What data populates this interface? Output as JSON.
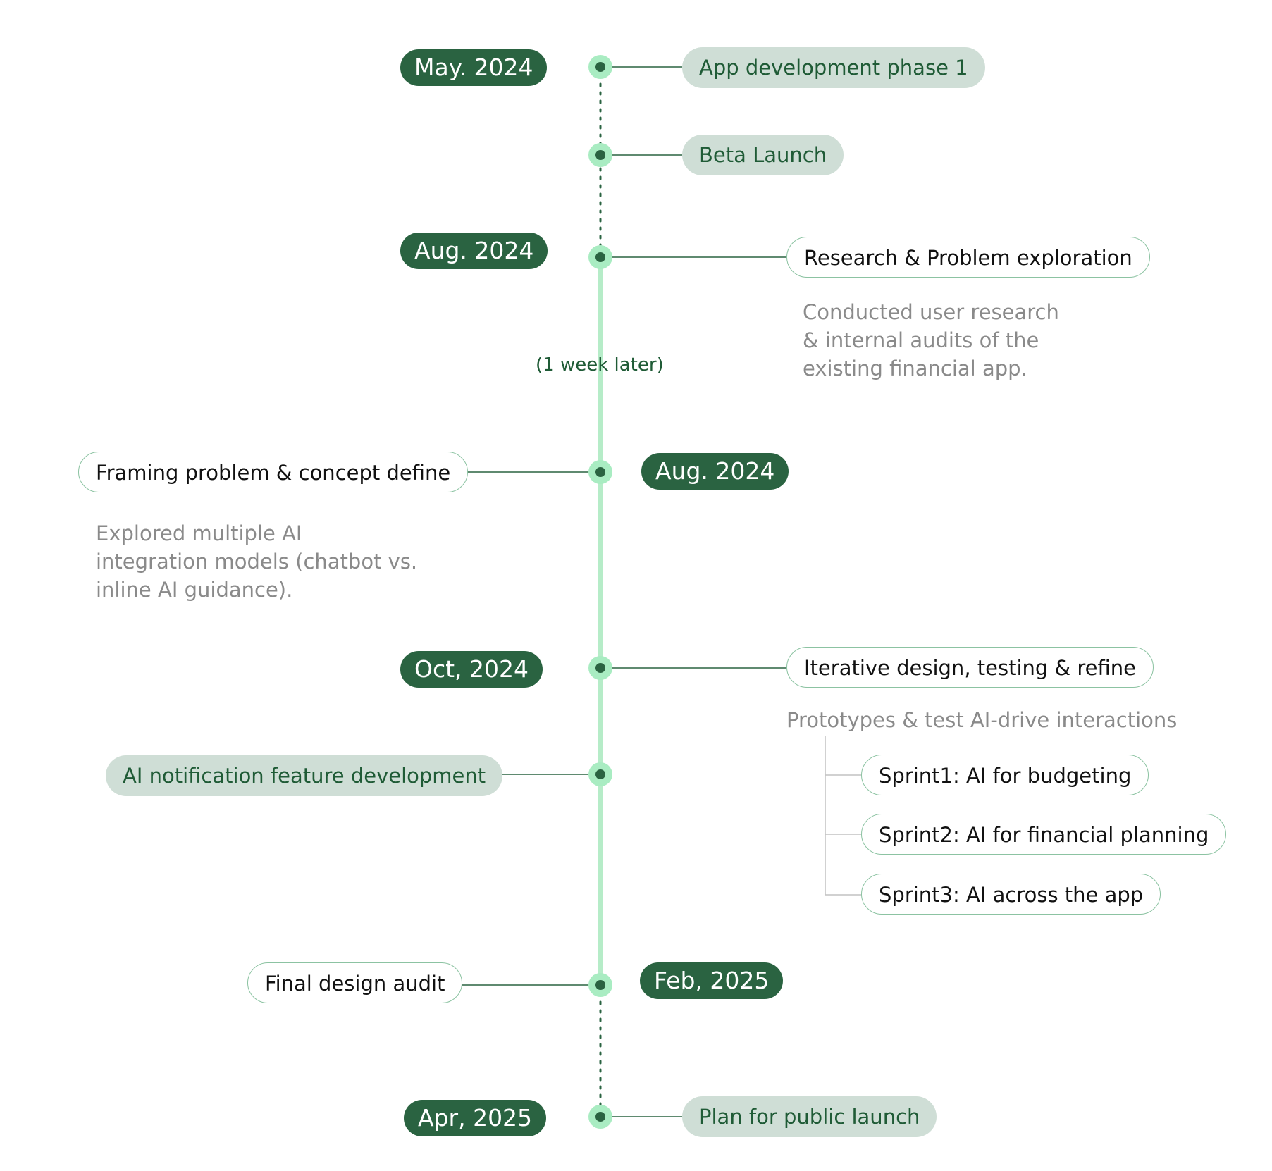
{
  "colors": {
    "date_bg": "#2a6341",
    "filled_bg": "#cfded6",
    "filled_text": "#1f5b36",
    "outline_border": "#8cc3a2",
    "node_outer": "#a9ecc2",
    "node_inner": "#2a6341",
    "axis": "#b6ecc8",
    "note_text": "#8a8a8a"
  },
  "dates": {
    "may_2024": "May. 2024",
    "aug_2024_a": "Aug. 2024",
    "aug_2024_b": "Aug. 2024",
    "oct_2024": "Oct, 2024",
    "feb_2025": "Feb, 2025",
    "apr_2025": "Apr, 2025"
  },
  "milestones": {
    "app_dev": "App development phase 1",
    "beta": "Beta Launch",
    "research": "Research & Problem exploration",
    "framing": "Framing problem & concept define",
    "iterative": "Iterative design, testing & refine",
    "ai_notification": "AI notification feature development",
    "final_audit": "Final design audit",
    "public_launch": "Plan for public launch"
  },
  "notes": {
    "research": [
      "Conducted user research",
      "& internal audits of the",
      "existing financial app."
    ],
    "framing": [
      "Explored multiple AI",
      "integration models (chatbot vs.",
      "inline AI guidance)."
    ],
    "iterative": "Prototypes & test AI-drive interactions"
  },
  "week_later": "(1 week later)",
  "sprints": [
    "Sprint1: AI for budgeting",
    "Sprint2: AI for financial planning",
    "Sprint3: AI across the app"
  ]
}
